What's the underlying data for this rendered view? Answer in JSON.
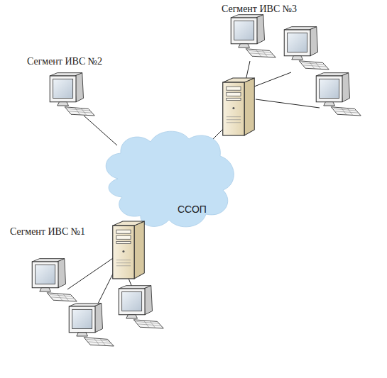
{
  "diagram": {
    "nodes": [
      {
        "text": [
          "ССОП"
        ]
      }
    ],
    "labels": [
      "Сегмент ИВС №3",
      "Сегмент ИВС №2",
      "Сегмент ИВС №1"
    ]
  }
}
